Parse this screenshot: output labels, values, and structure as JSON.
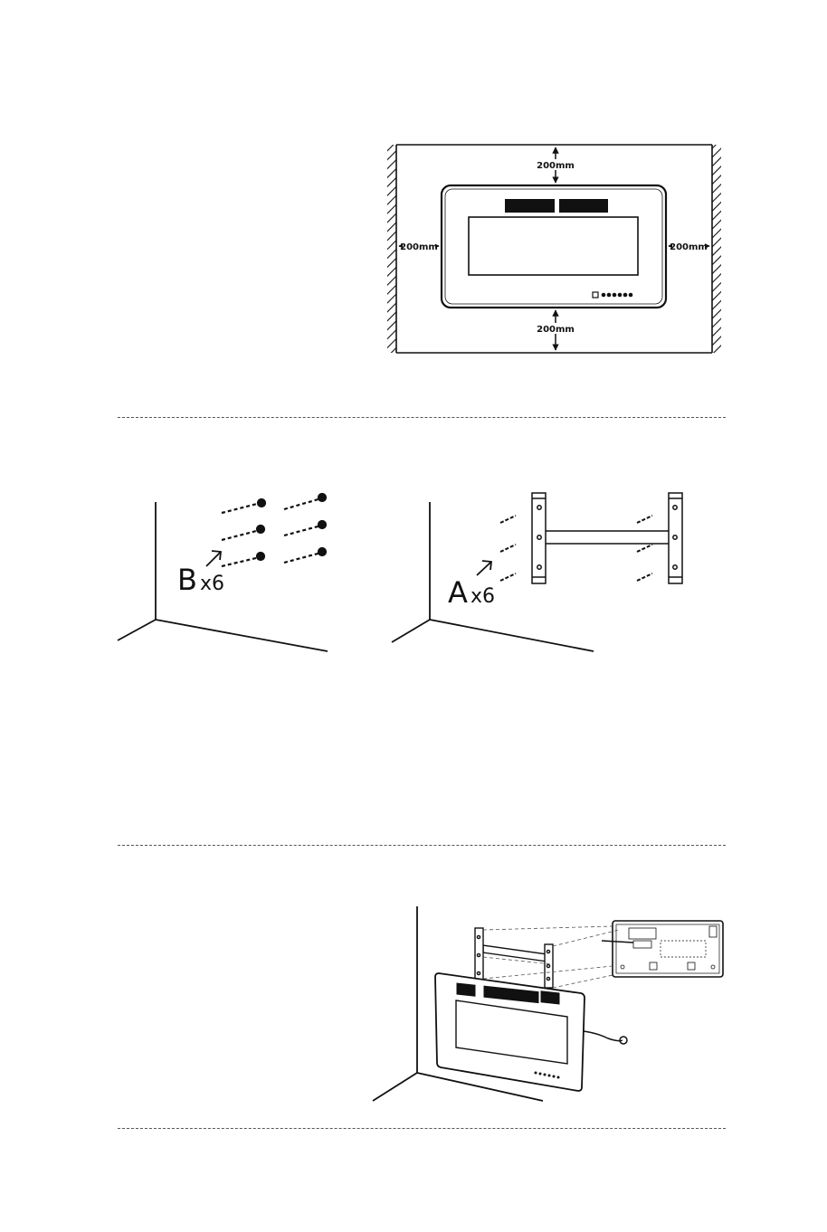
{
  "clearance": {
    "top": "200mm",
    "left": "200mm",
    "right": "200mm",
    "bottom": "200mm"
  },
  "step2": {
    "anchors_letter": "B",
    "anchors_count": "x6",
    "screws_letter": "A",
    "screws_count": "x6"
  }
}
